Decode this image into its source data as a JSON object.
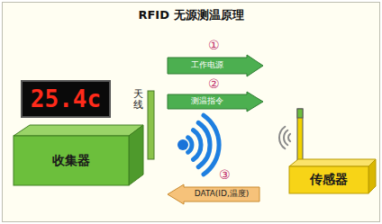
{
  "diagram": {
    "title": "RFID 无源测温原理",
    "nodes": [
      {
        "text": [
          "25.4c"
        ]
      },
      {
        "text": [
          "工作电源"
        ]
      },
      {
        "text": [
          "测温指令"
        ]
      },
      {
        "text": [
          "收集器"
        ]
      },
      {
        "text": [
          "DATA(ID,温度)"
        ]
      },
      {
        "text": [
          "传感器"
        ]
      }
    ],
    "labels": [
      "①",
      "②",
      "③",
      "天线"
    ]
  }
}
